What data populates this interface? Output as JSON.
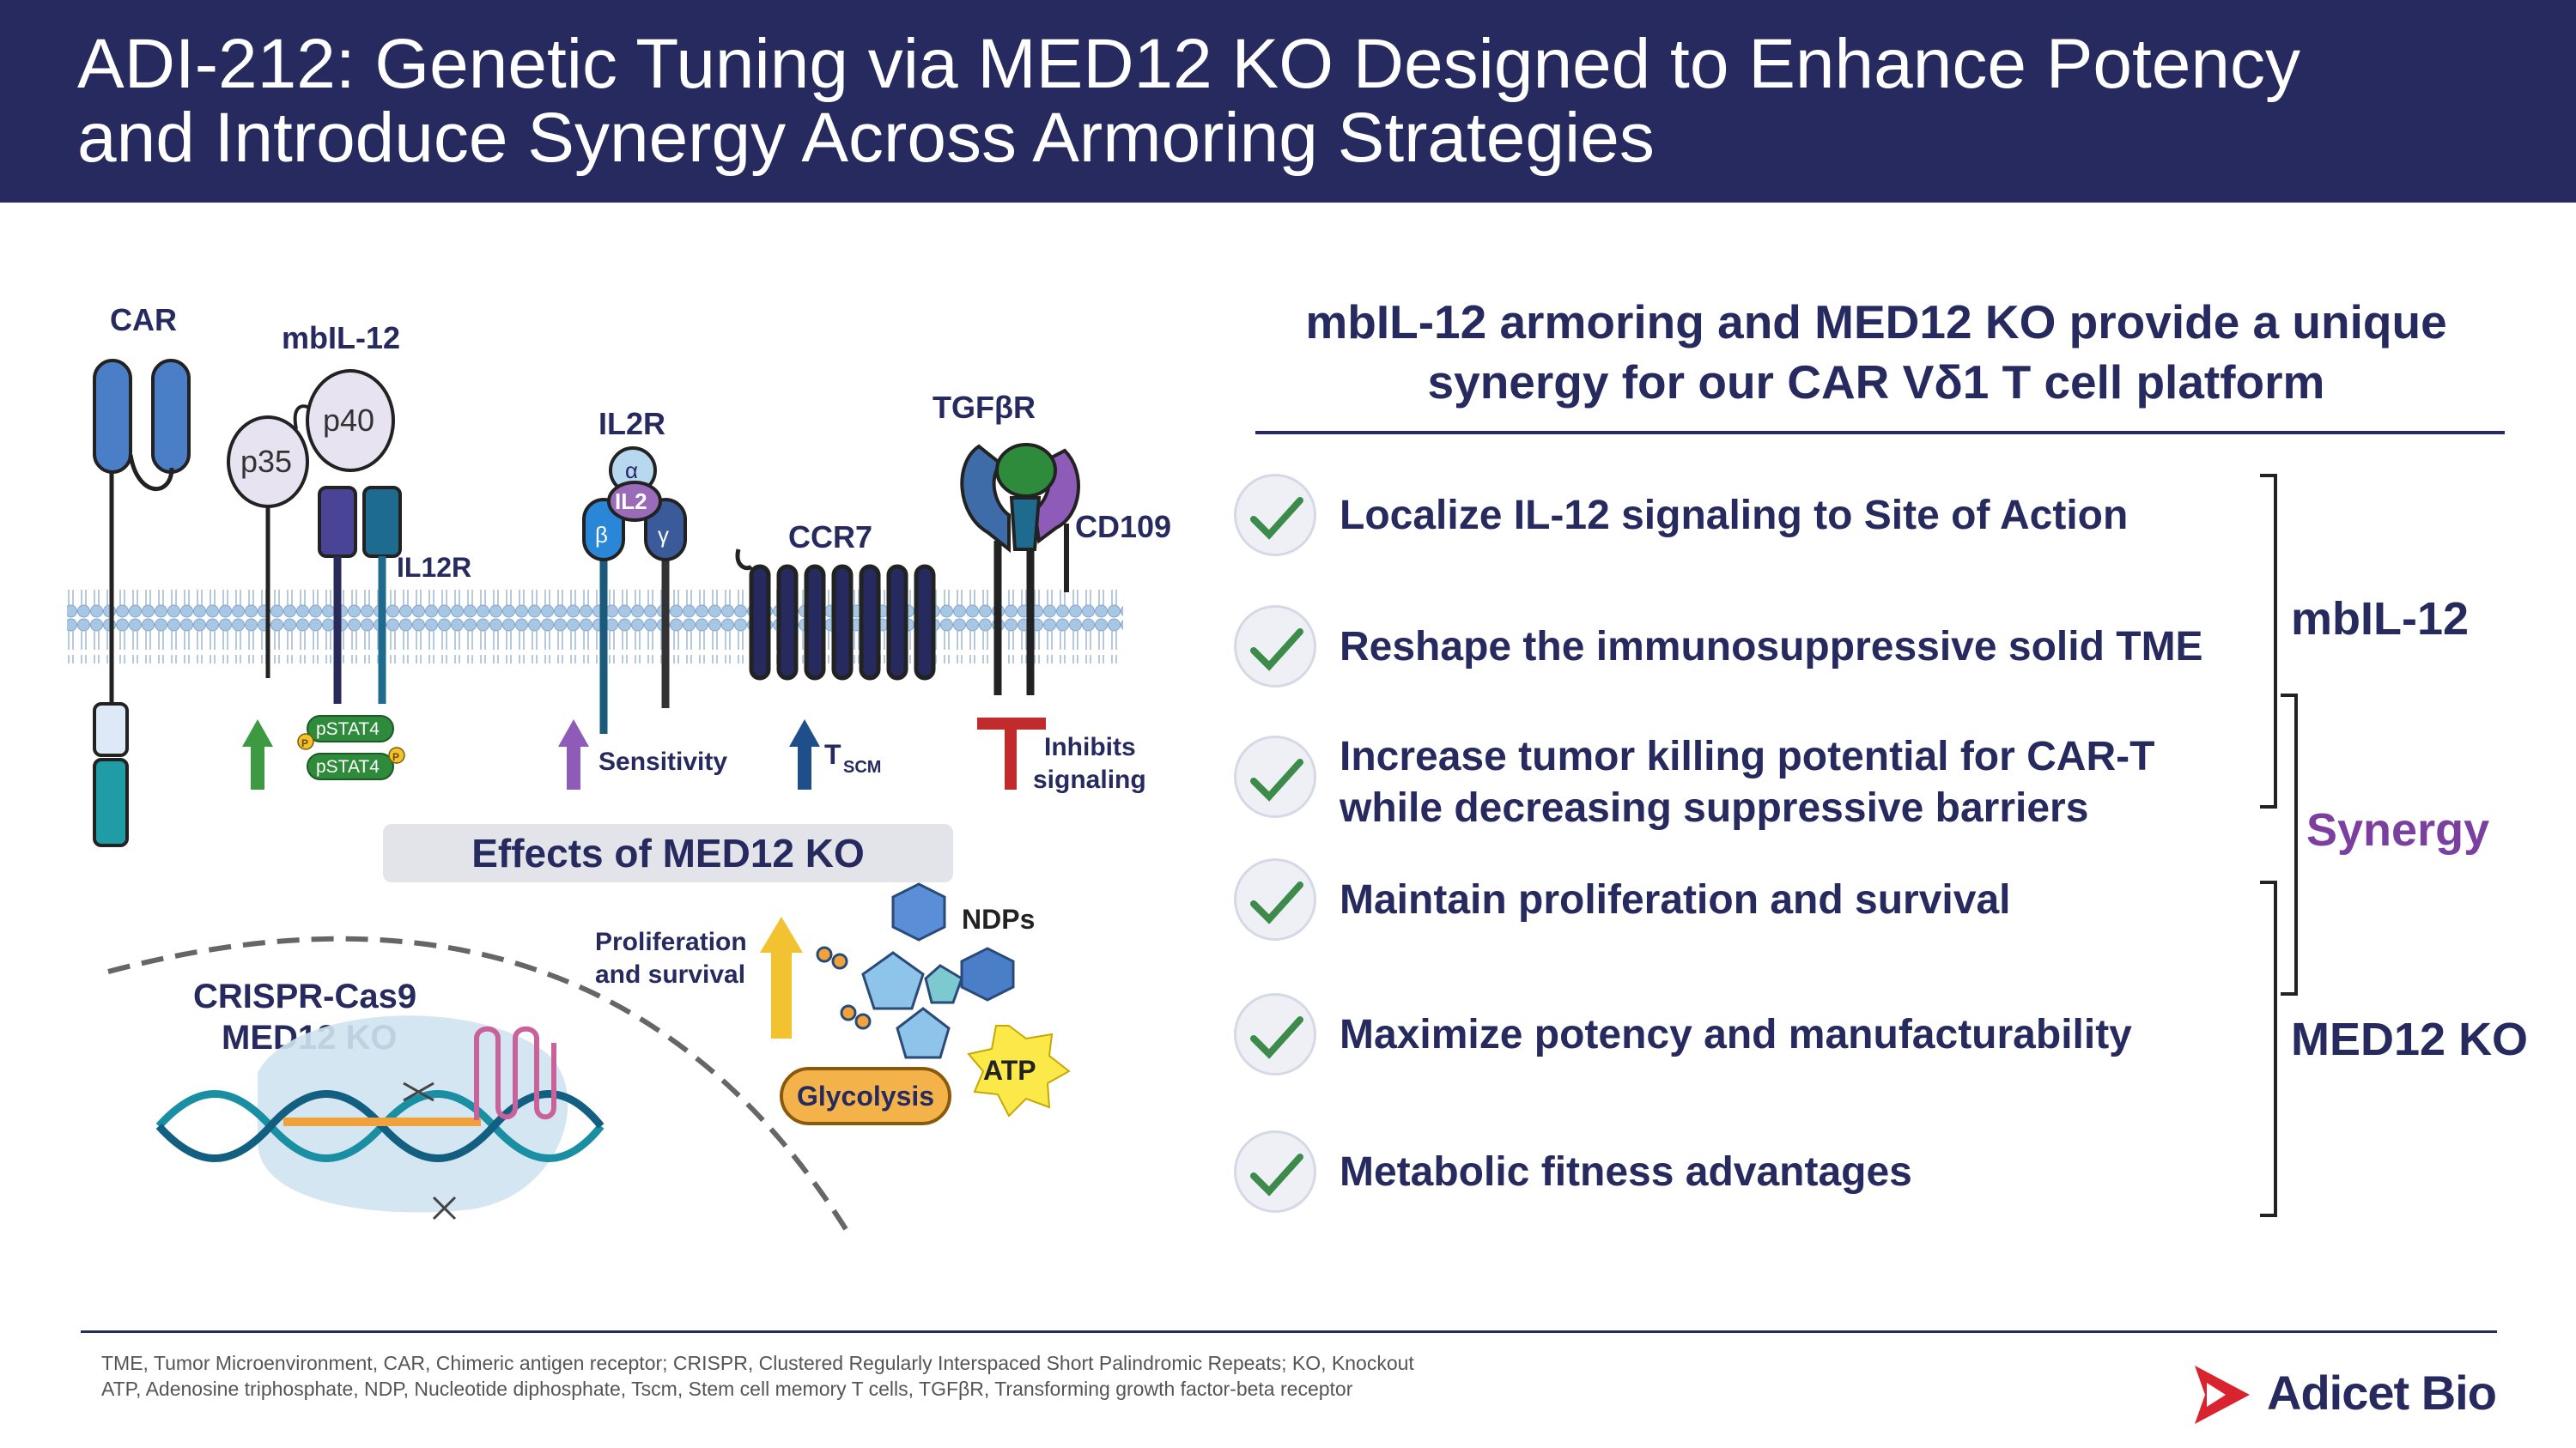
{
  "header": {
    "title_line1": "ADI-212: Genetic Tuning via MED12 KO Designed to Enhance Potency",
    "title_line2": "and Introduce Synergy Across Armoring Strategies"
  },
  "diagram": {
    "car": "CAR",
    "mbil12": "mbIL-12",
    "p40": "p40",
    "p35": "p35",
    "il12r": "IL12R",
    "il2r": "IL2R",
    "alpha": "α",
    "il2": "IL2",
    "beta": "β",
    "gamma": "γ",
    "ccr7": "CCR7",
    "tgfbr": "TGFβR",
    "cd109": "CD109",
    "pstat4_a": "pSTAT4",
    "pstat4_b": "pSTAT4",
    "p_marker": "P",
    "sensitivity": "Sensitivity",
    "tscm_t": "T",
    "tscm_sub": "SCM",
    "inhibits_1": "Inhibits",
    "inhibits_2": "signaling",
    "effects_title": "Effects of MED12 KO",
    "crispr_1": "CRISPR-Cas9",
    "crispr_2": "MED12 KO",
    "prolif_1": "Proliferation",
    "prolif_2": "and survival",
    "ndps": "NDPs",
    "glycolysis": "Glycolysis",
    "atp": "ATP"
  },
  "panel": {
    "title_line1": "mbIL-12 armoring and MED12 KO provide a unique",
    "title_line2": "synergy for our CAR Vδ1 T cell platform",
    "items": [
      {
        "line1": "Localize IL-12 signaling to Site of Action"
      },
      {
        "line1": "Reshape the immunosuppressive solid TME"
      },
      {
        "line1": "Increase tumor killing potential for CAR-T",
        "line2": "while decreasing suppressive barriers"
      },
      {
        "line1": "Maintain proliferation and survival"
      },
      {
        "line1": "Maximize potency and manufacturability"
      },
      {
        "line1": "Metabolic fitness advantages"
      }
    ],
    "groups": {
      "mbil12": "mbIL-12",
      "synergy": "Synergy",
      "med12": "MED12 KO"
    },
    "colors": {
      "navy": "#262a5e",
      "synergy": "#7b3fa0",
      "check": "#3d8b4a"
    }
  },
  "footer": {
    "line1": "TME, Tumor Microenvironment, CAR, Chimeric antigen receptor; CRISPR, Clustered Regularly Interspaced Short Palindromic Repeats; KO, Knockout",
    "line2": "ATP, Adenosine triphosphate, NDP, Nucleotide diphosphate, Tscm, Stem cell memory T cells, TGFβR, Transforming growth factor-beta receptor",
    "logo_text": "Adicet Bio"
  }
}
